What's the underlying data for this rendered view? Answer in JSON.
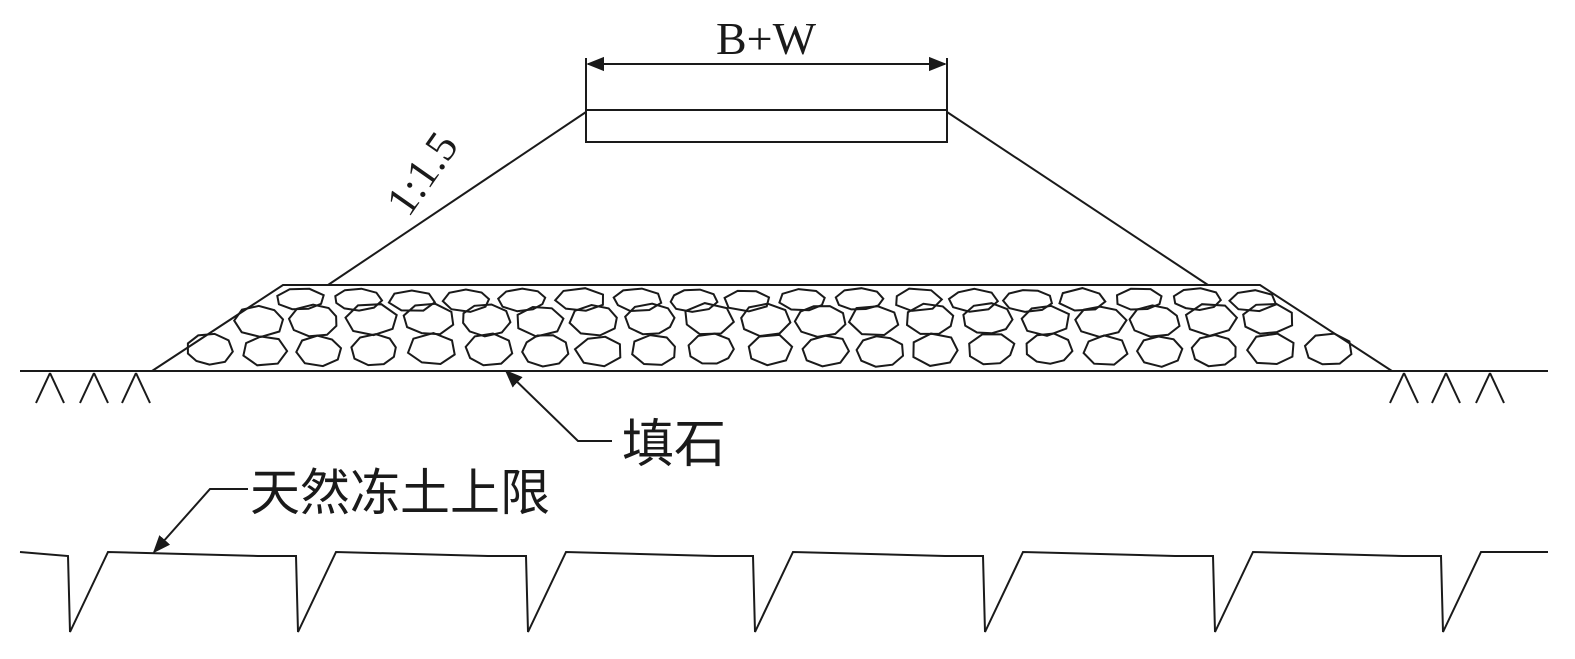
{
  "diagram": {
    "type": "embankment-cross-section",
    "line_color": "#1a1a1a",
    "background": "#ffffff",
    "labels": {
      "width": "B+W",
      "slope": "1:1.5",
      "fill": "填石",
      "permafrost": "天然冻土上限"
    },
    "elements": {
      "slope_ratio_text": "1:1.5",
      "fill_material": "填石 (rock fill)",
      "ground_symbol": "natural-ground",
      "permafrost_boundary": "天然冻土上限"
    }
  }
}
